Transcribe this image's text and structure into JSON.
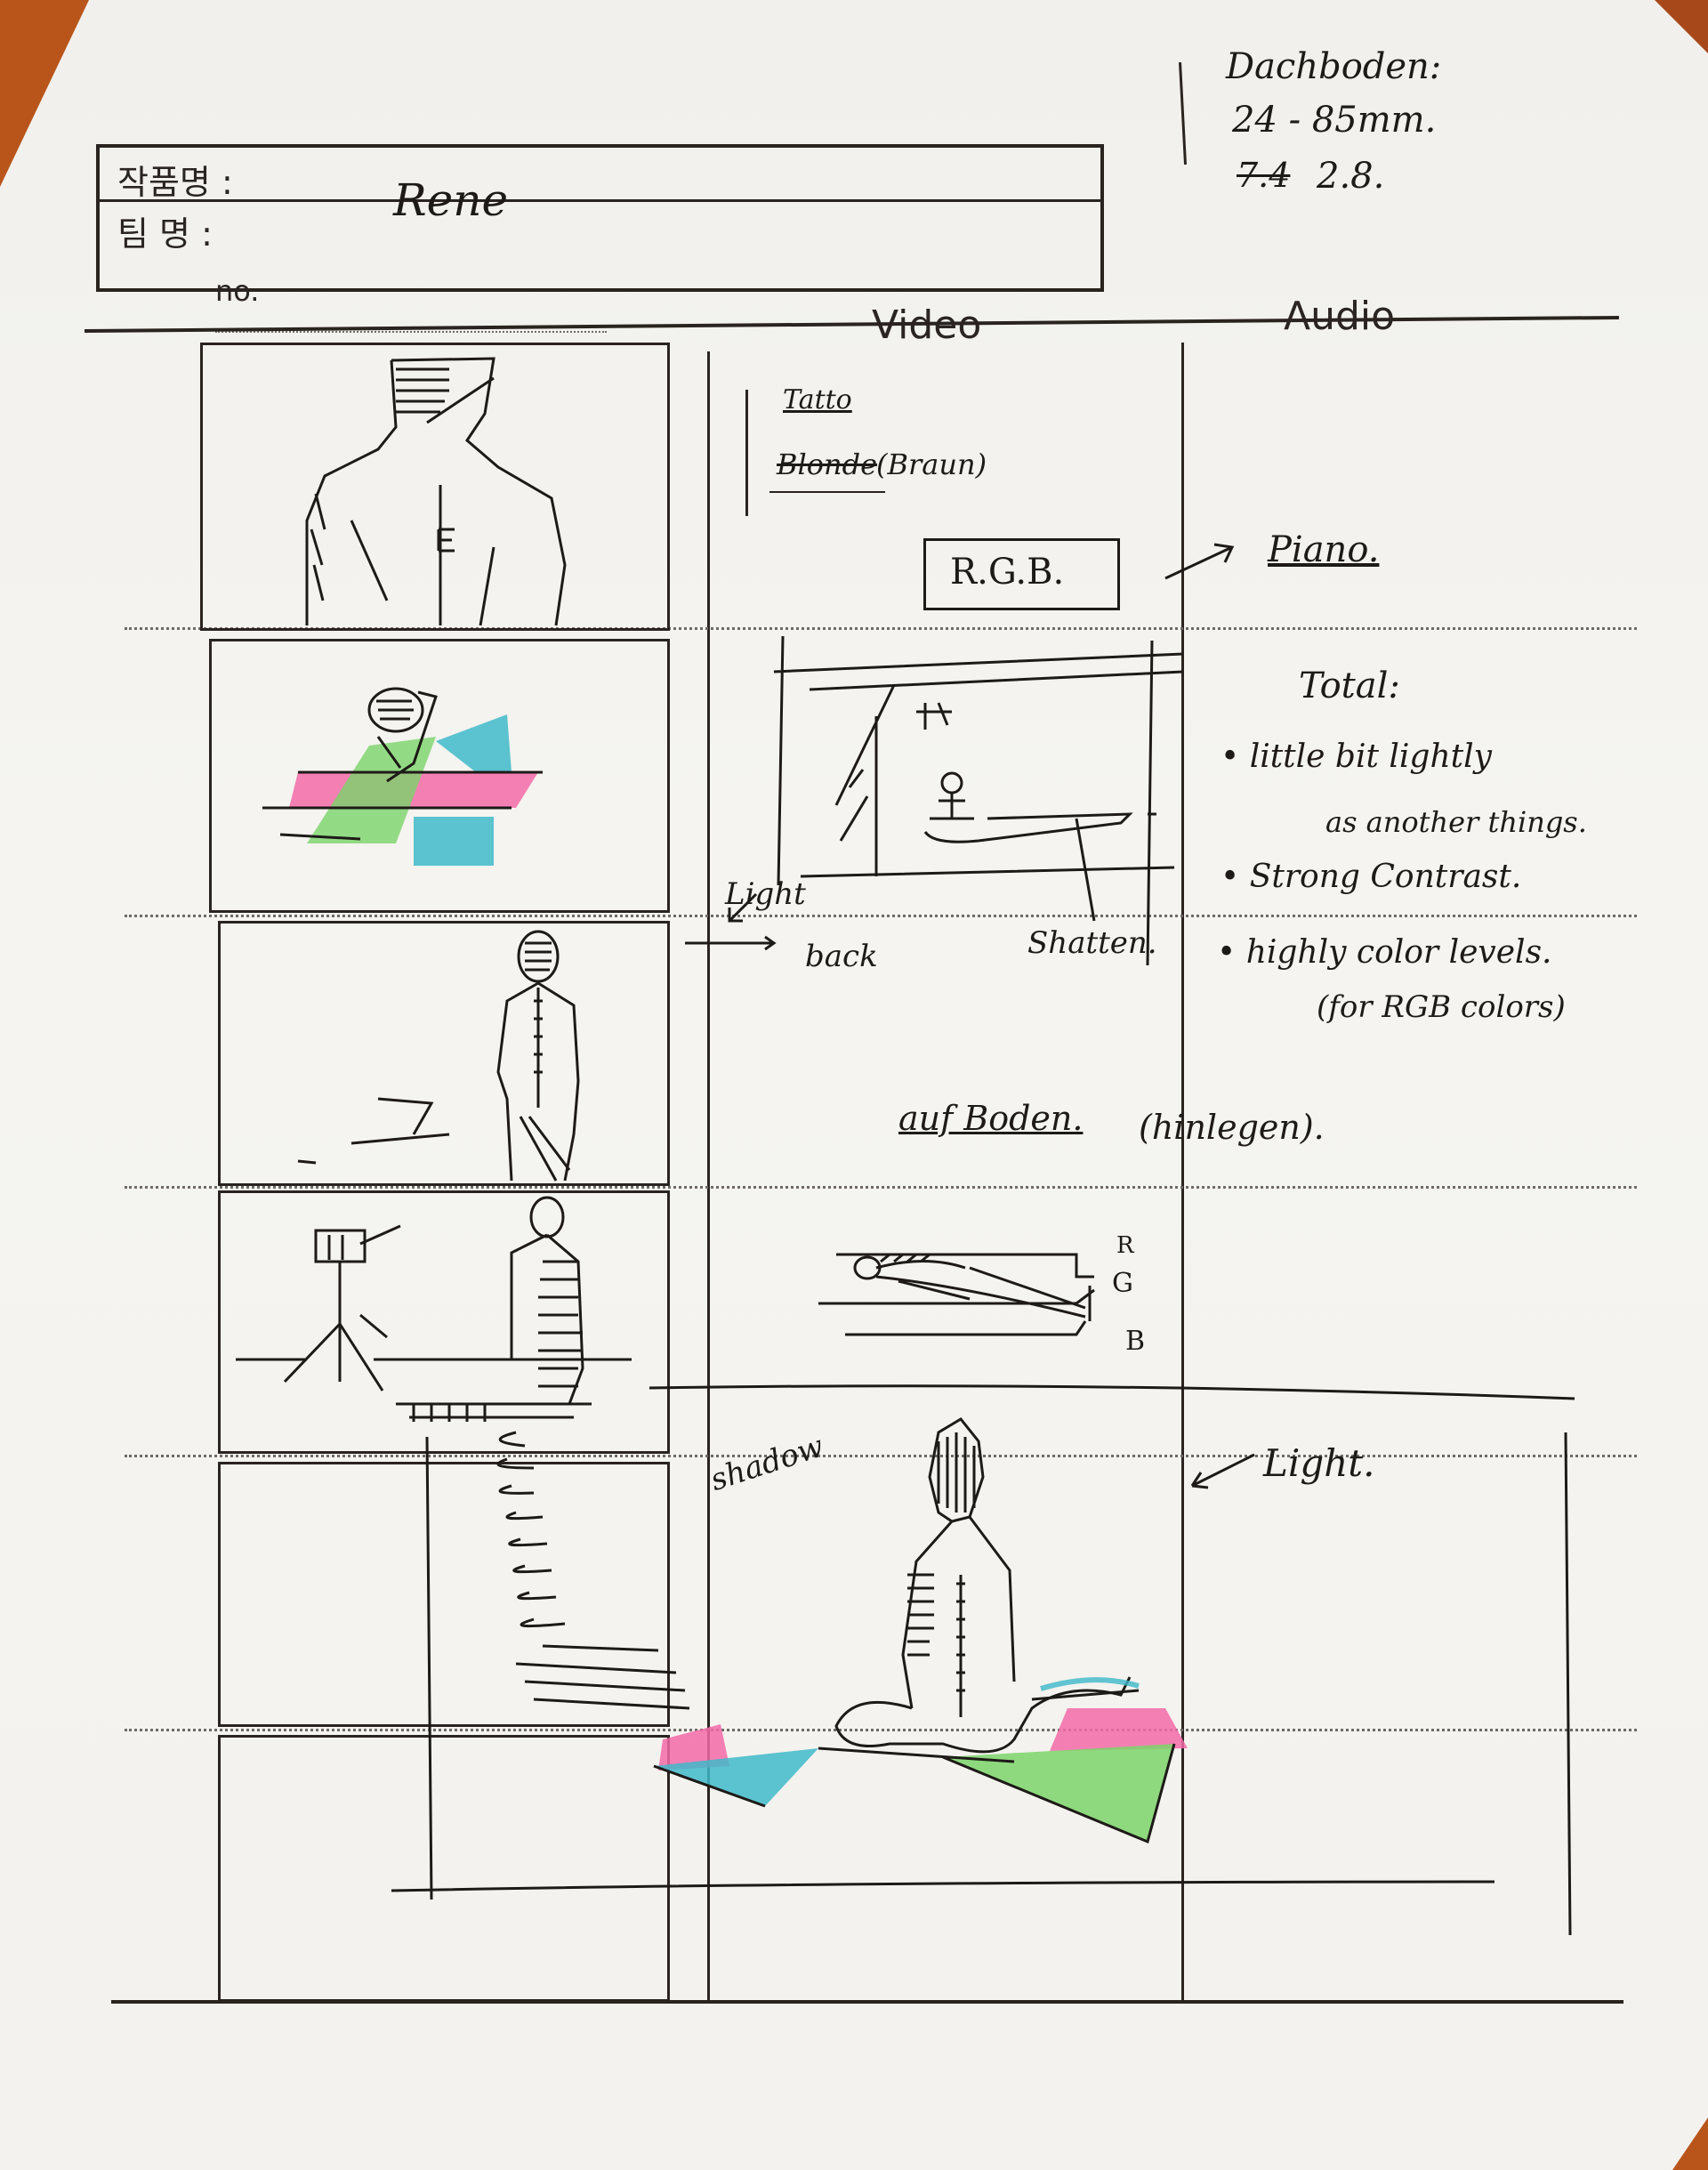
{
  "header_note": {
    "line1": "Dachboden:",
    "line2": "24 - 85mm.",
    "line3_struck": "7.4",
    "line3": "2.8."
  },
  "title_box": {
    "work_title_label": "작품명 :",
    "work_title_value": "Rene",
    "team_label": "팀  명 :",
    "team_value": ""
  },
  "columns": {
    "no_label": "no.",
    "video_label": "Video",
    "audio_label": "Audio"
  },
  "rows": [
    {
      "panel": "back-view-upper-body-sketch",
      "video_notes": [
        "Tatto",
        "Blonde",
        "(Braun)"
      ],
      "video_struck": "Blonde",
      "video_box": "R.G.B.",
      "audio": "Piano."
    },
    {
      "panel": "figure-over-rgb-colored-planes-sketch",
      "video_labels": {
        "light": "Light",
        "back": "back",
        "shatten": "Shatten."
      },
      "audio_title": "Total:",
      "audio_bullets": [
        "little bit lightly",
        "as another things.",
        "Strong Contrast.",
        "highly color levels.",
        "(for RGB colors)"
      ]
    },
    {
      "panel": "standing-figure-back-view-sketch",
      "video_note": "auf Boden.",
      "video_note_extra": "(hinlegen)."
    },
    {
      "panel": "seated-figure-with-music-stand-sketch",
      "video_diagram_labels": [
        "R",
        "G",
        "B"
      ]
    },
    {
      "panel": "large-seated-figure-sketch",
      "video_labels": {
        "shadow": "shadow",
        "light": "Light."
      }
    },
    {
      "panel": "empty-panel"
    }
  ],
  "colors": {
    "paper": "#f4f3ef",
    "ink": "#1d1a17",
    "background_wood": "#b9551b",
    "marker_pink": "#f26aa8",
    "marker_green": "#7bd36a",
    "marker_cyan": "#3fb8c9"
  }
}
